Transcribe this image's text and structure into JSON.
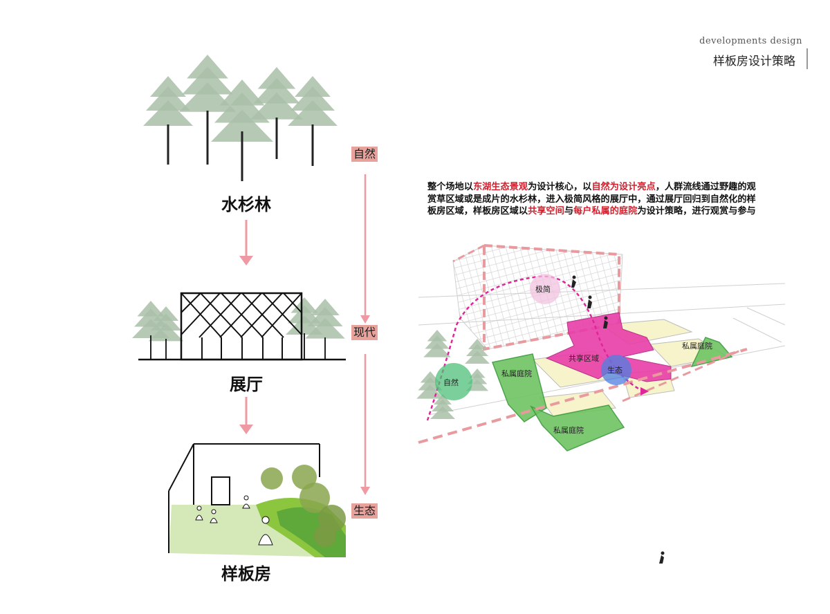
{
  "header": {
    "en": "developments design",
    "zh": "样板房设计策略"
  },
  "stages": [
    {
      "label": "水杉林"
    },
    {
      "label": "展厅"
    },
    {
      "label": "样板房"
    }
  ],
  "flow_tags": [
    {
      "label": "自然"
    },
    {
      "label": "现代"
    },
    {
      "label": "生态"
    }
  ],
  "description": [
    {
      "text": "整个场地以",
      "hl": false
    },
    {
      "text": "东湖生态景观",
      "hl": true
    },
    {
      "text": "为设计核心，以",
      "hl": false
    },
    {
      "text": "自然为设计亮点",
      "hl": true
    },
    {
      "text": "，人群流线通过野趣的观赏草区域或是成片的水杉林，进入极简风格的展厅中，通过展厅回归到自然化的样板房区域，样板房区域以",
      "hl": false
    },
    {
      "text": "共享空间",
      "hl": true
    },
    {
      "text": "与",
      "hl": false
    },
    {
      "text": "每户私属的庭院",
      "hl": true
    },
    {
      "text": "为设计策略，进行观赏与参与",
      "hl": false
    }
  ],
  "diagram_labels": {
    "jijian": "极简",
    "shengtai": "生态",
    "ziran": "自然",
    "gongxiang": "共享区域",
    "sishu_1": "私属庭院",
    "sishu_2": "私属庭院",
    "sishu_3": "私属庭院"
  },
  "colors": {
    "tree": "#a9bfa8",
    "arrow": "#ef9aa3",
    "tag_bg": "#e8a29c",
    "highlight_text": "#d21f2d",
    "shared_magenta": "#e83ea8",
    "garden_green": "#6fc463",
    "house_yellow": "#f7f4cc",
    "bubble_pink": "#f2c3e0",
    "bubble_blue": "#4d7fe0",
    "bubble_green": "#4fbf7a"
  }
}
